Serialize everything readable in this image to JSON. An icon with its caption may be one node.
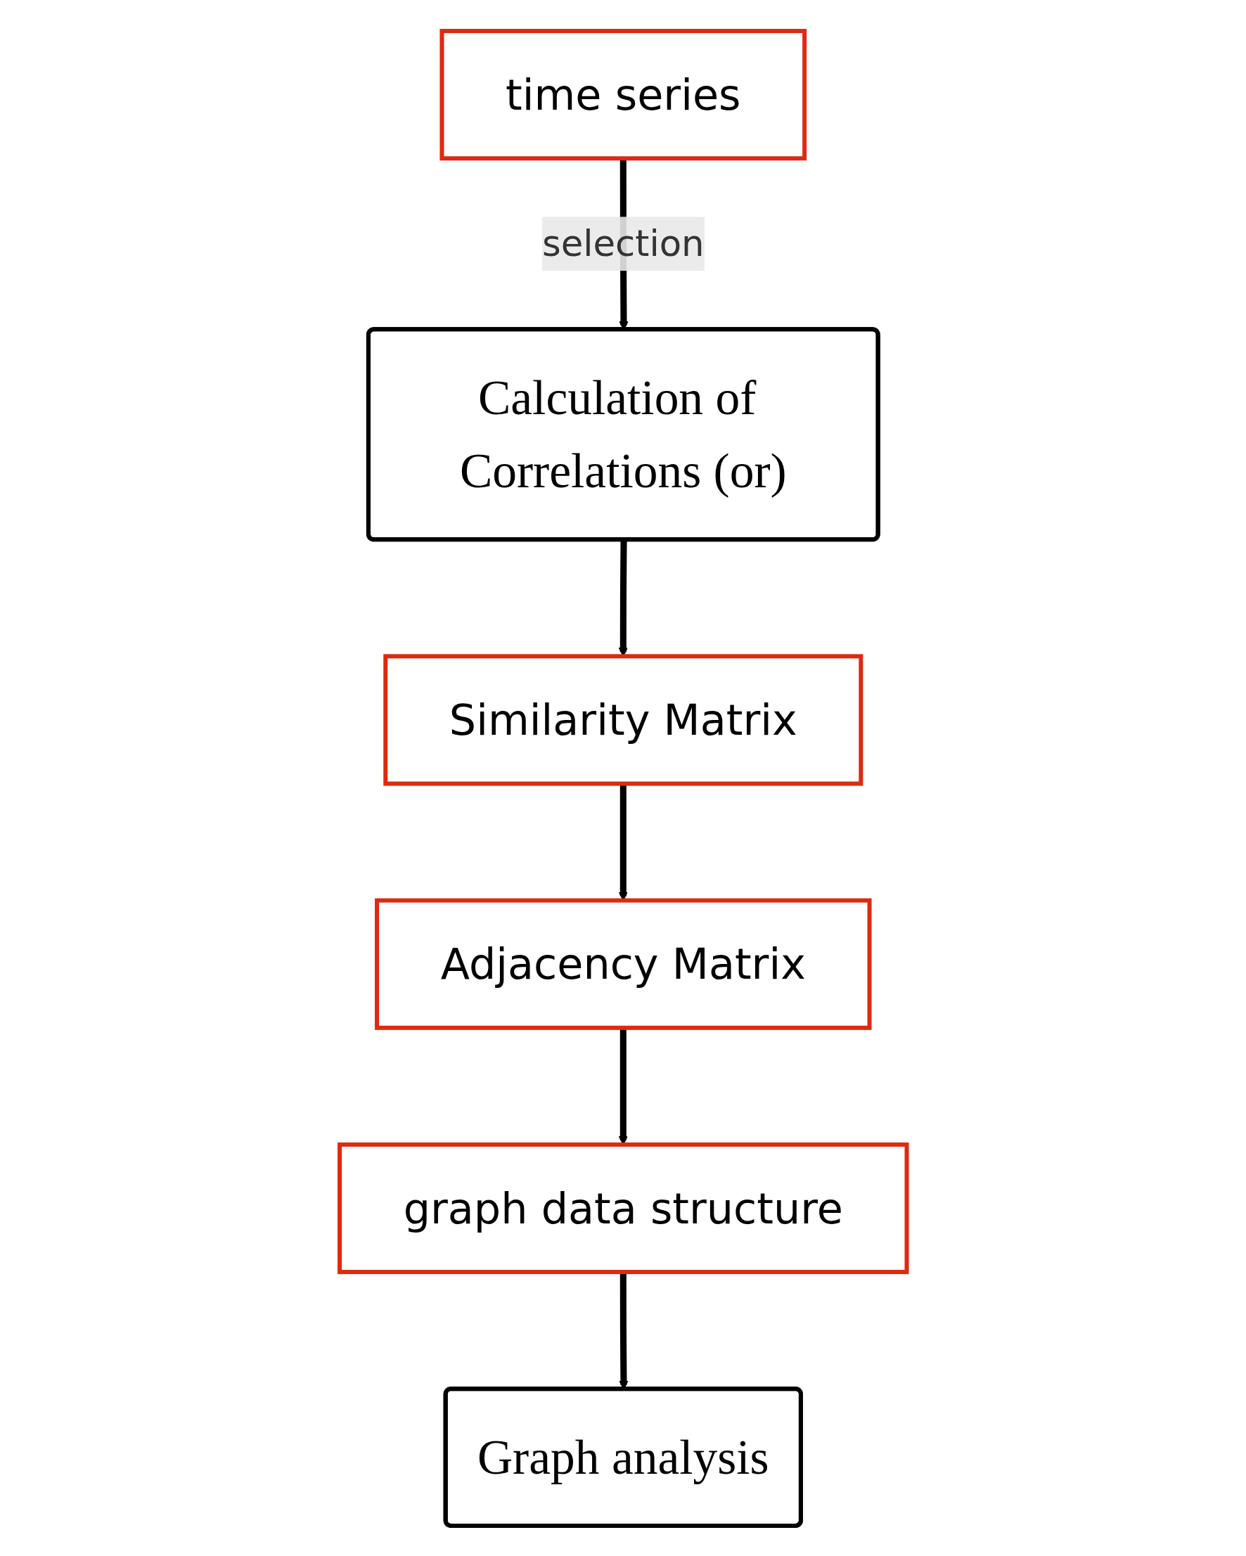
{
  "diagram": {
    "nodes": [
      {
        "text": [
          "time series"
        ]
      },
      {
        "text": [
          "Calculation of Correlations (or)"
        ]
      },
      {
        "text": [
          "Similarity Matrix"
        ]
      },
      {
        "text": [
          "Adjacency Matrix"
        ]
      },
      {
        "text": [
          "graph data structure"
        ]
      },
      {
        "text": [
          "Graph analysis"
        ]
      }
    ],
    "edges": [
      {
        "from": 0,
        "to": 1,
        "arrow": "to",
        "label": "selection"
      },
      {
        "from": 1,
        "to": 2,
        "arrow": "to"
      },
      {
        "from": 2,
        "to": 3,
        "arrow": "to"
      },
      {
        "from": 3,
        "to": 4,
        "arrow": "to"
      },
      {
        "from": 4,
        "to": 5,
        "arrow": "to"
      }
    ]
  }
}
